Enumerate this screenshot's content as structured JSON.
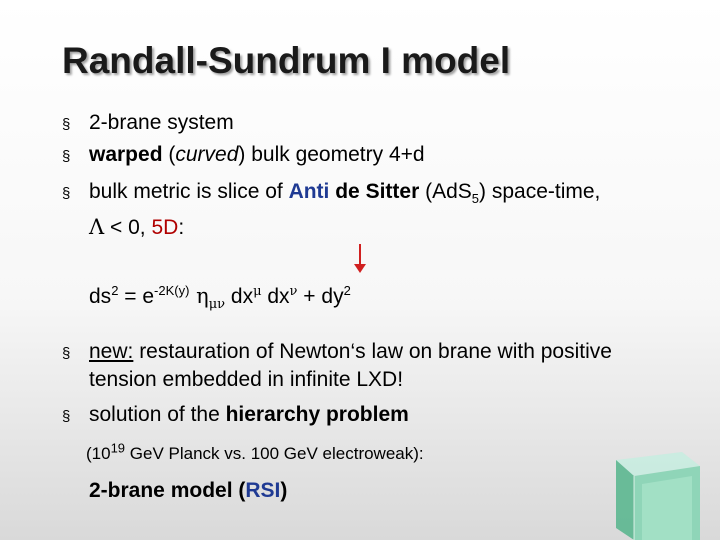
{
  "title": "Randall-Sundrum I model",
  "bullet_glyph": "§",
  "bullets1": {
    "b1": "2-brane system",
    "b2": {
      "warped": "warped",
      "open": " (",
      "curved": "curved",
      "close": ") bulk geometry 4+d"
    },
    "b3": {
      "pre": "bulk metric is slice of ",
      "anti": "Anti",
      "mid": " de Sitter",
      "post1": " (AdS",
      "sub": "5",
      "post2": ") space-time,"
    },
    "b3_line2": {
      "lambda": "Λ",
      "rest": " < 0, ",
      "fived": "5D",
      "colon": ":"
    }
  },
  "equation": {
    "ds": "ds",
    "ds_sup": "2",
    "eq": " = e",
    "exp": "-2K(y)",
    "eta": " η",
    "eta_sub": "μν",
    "dx1": " dx",
    "mu": "μ",
    "dx2": " dx",
    "nu": "ν",
    "plus": " + dy",
    "dy_sup": "2"
  },
  "bullets2": {
    "b4": {
      "new": "new:",
      "rest": " restauration of Newton‘s law on brane with positive"
    },
    "b4_line2": "tension embedded in infinite LXD!",
    "b5": {
      "pre": "solution of the ",
      "bold": "hierarchy problem"
    }
  },
  "note": {
    "open": "(10",
    "sup": "19",
    "rest": " GeV Planck vs. 100 GeV electroweak):"
  },
  "rsi": {
    "pre": "2-brane model (",
    "bold": "RSI",
    "post": ")"
  },
  "colors": {
    "accent_red": "#b00000",
    "anti_blue": "#1f3a93",
    "arrow": "#d02020",
    "cube_green": "#7ec8a8"
  },
  "decor": {
    "arrow": "down-arrow-icon",
    "cube": "cube-icon"
  }
}
